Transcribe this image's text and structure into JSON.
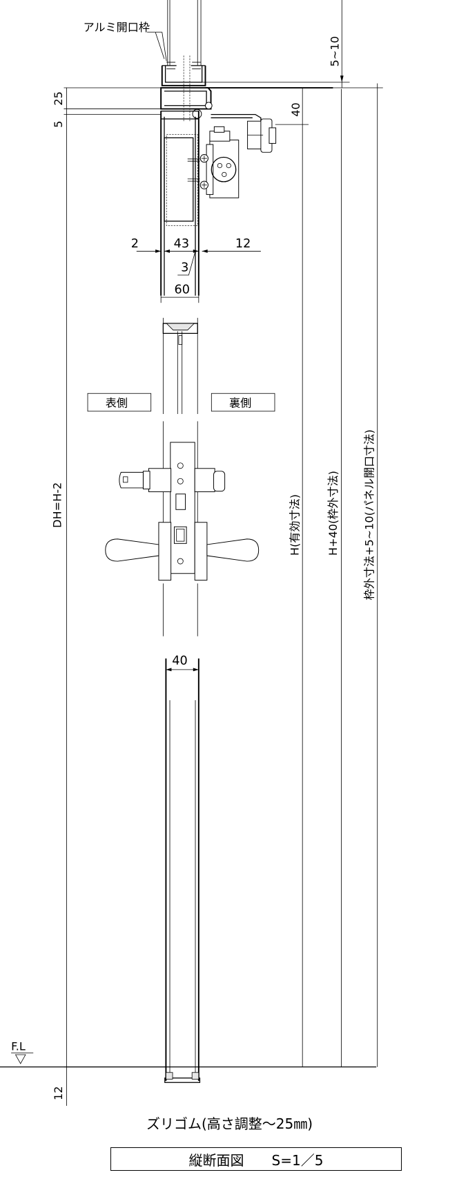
{
  "labels": {
    "frame_name": "アルミ開口枠",
    "front_side": "表側",
    "back_side": "裏側",
    "floor_level": "F.L",
    "rubber_note": "ズリゴム(高さ調整～25㎜)",
    "title_box": "縦断面図　　S=1／5"
  },
  "dimensions": {
    "top_gap": "5~10",
    "frame_25": "25",
    "gap_5": "5",
    "rail_40": "40",
    "dim_2": "2",
    "dim_43": "43",
    "dim_12": "12",
    "dim_3": "3",
    "dim_60": "60",
    "dim_40_bottom": "40",
    "door_height": "DH=H-2",
    "effective_height": "H(有効寸法)",
    "frame_outer": "H+40(枠外寸法)",
    "panel_opening": "枠外寸法+5~10(パネル開口寸法)",
    "bottom_12": "12"
  },
  "colors": {
    "line": "#000000",
    "background": "#ffffff",
    "hatch": "#e6e6e6"
  }
}
